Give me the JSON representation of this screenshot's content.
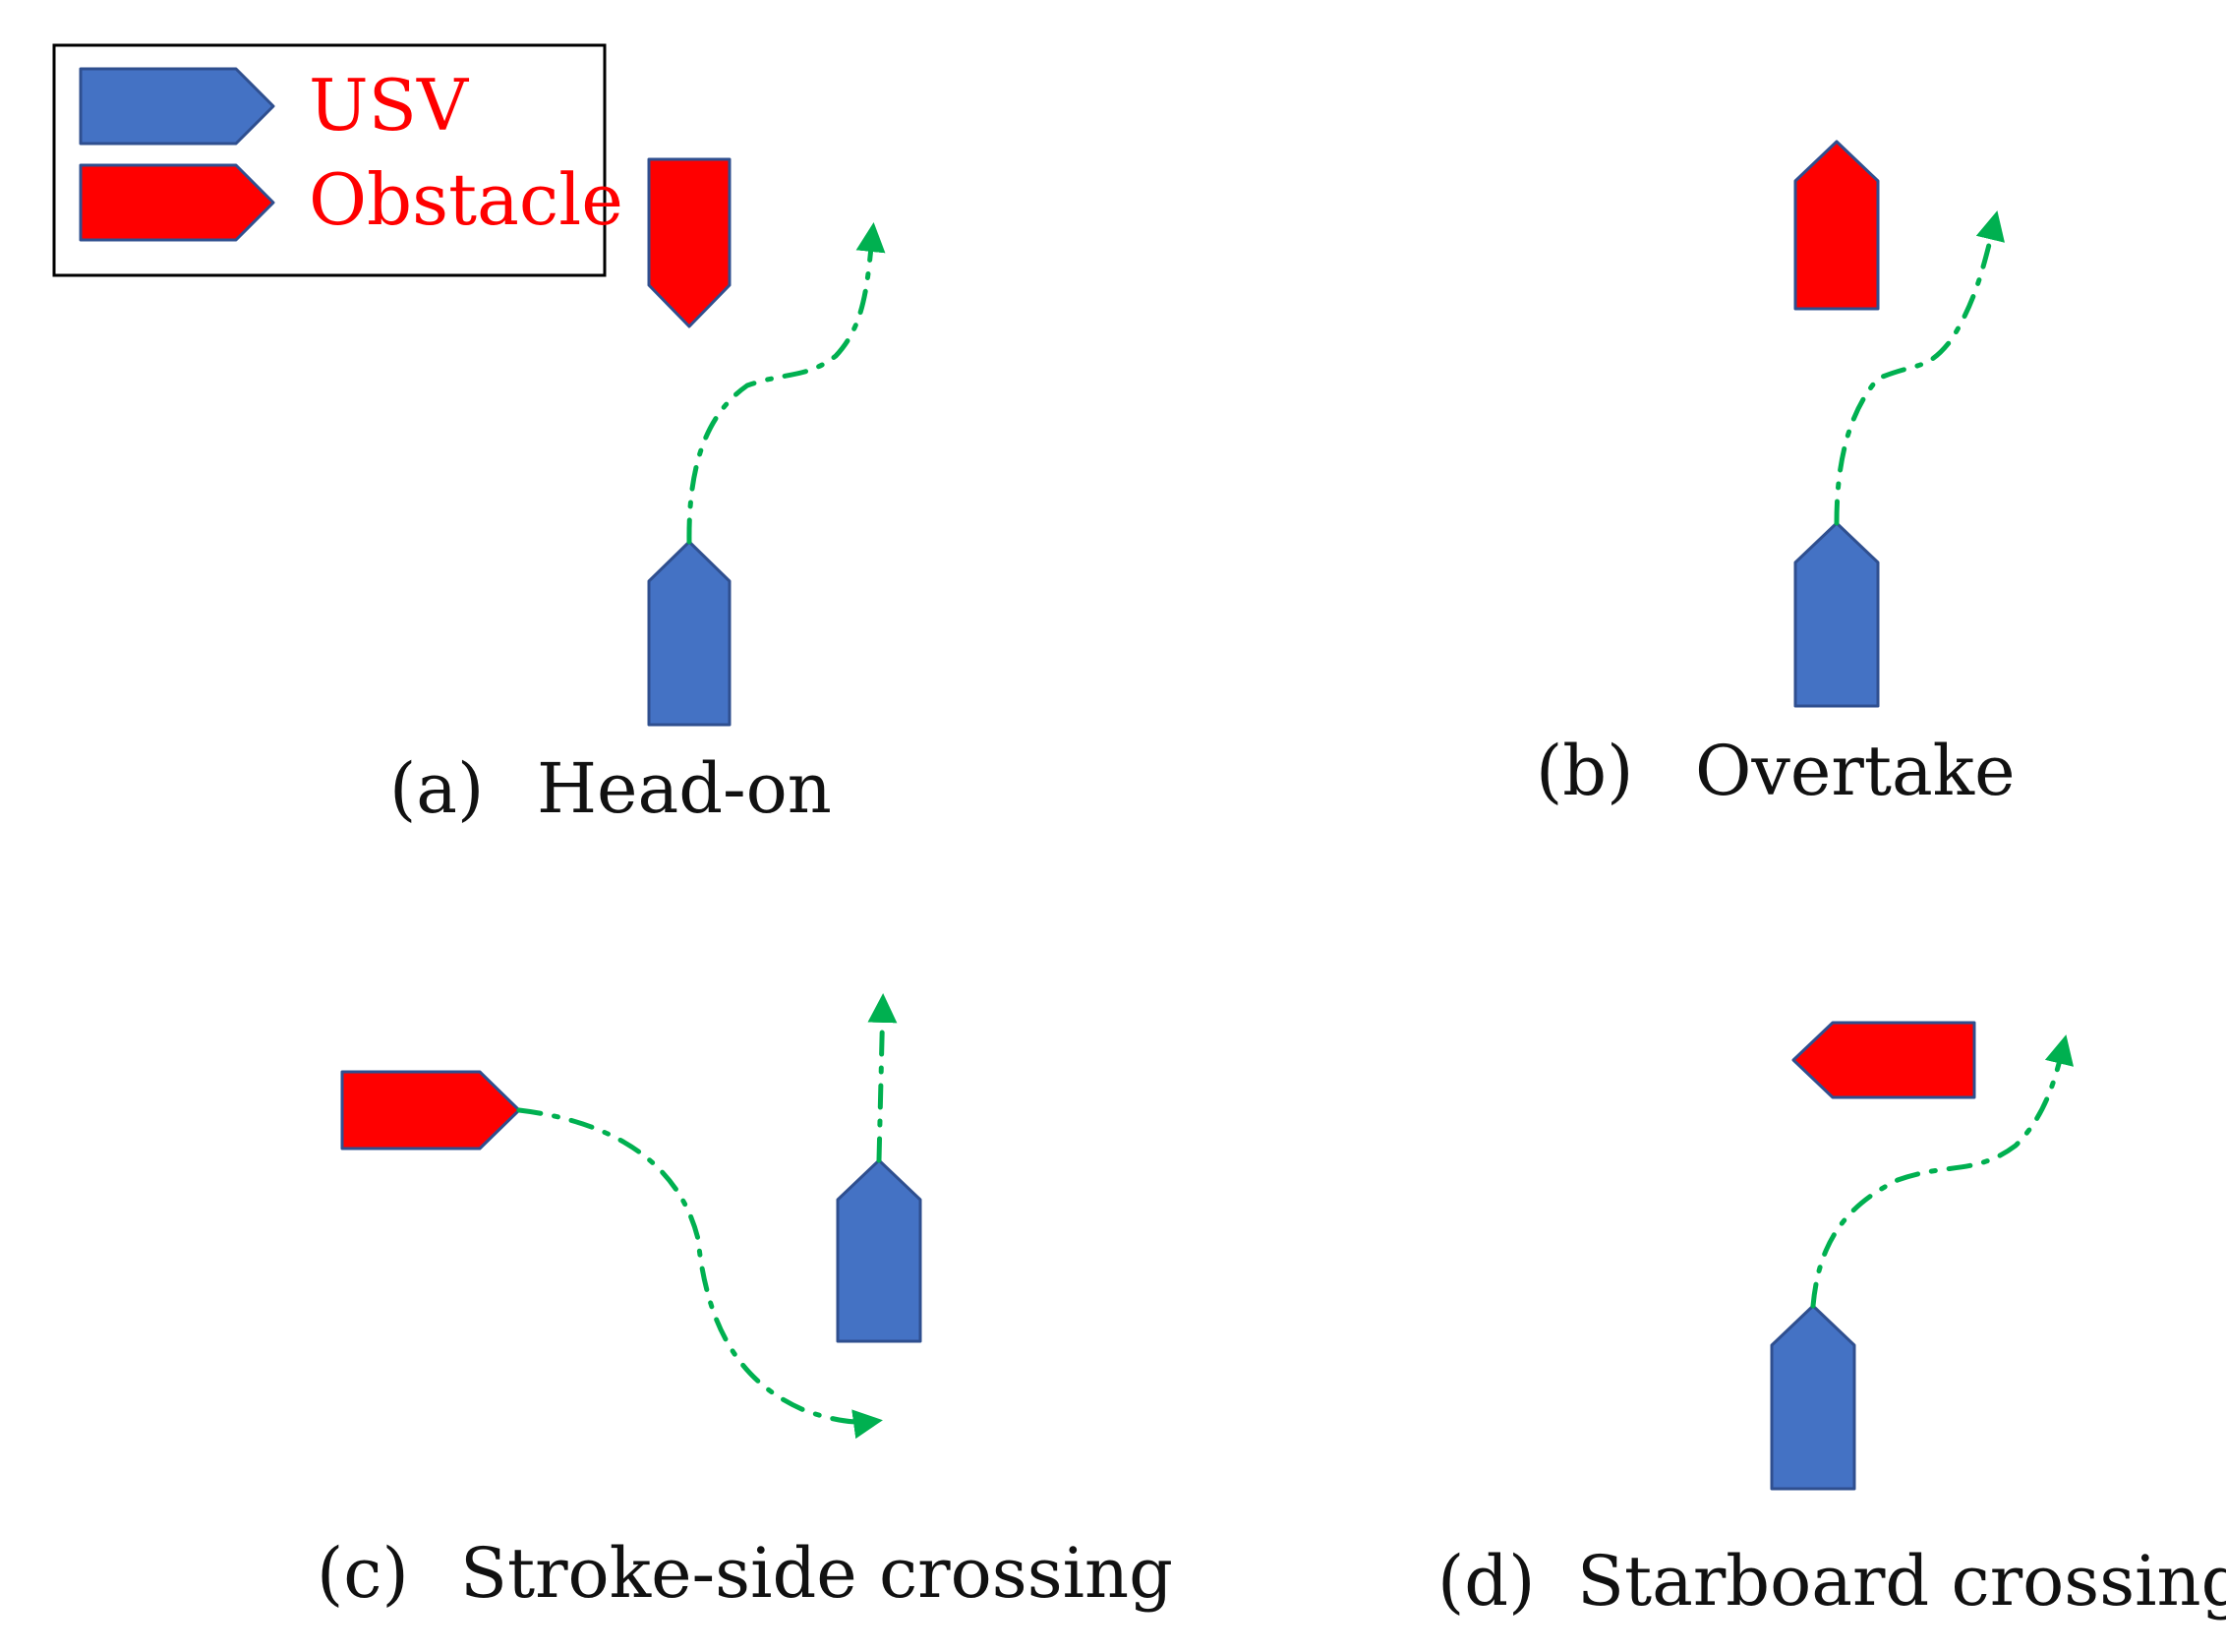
{
  "legend": {
    "usv_label": "USV",
    "obstacle_label": "Obstacle"
  },
  "captions": {
    "a": "(a)",
    "a_text": "Head-on",
    "b": "(b)",
    "b_text": "Overtake",
    "c": "(c)",
    "c_text": "Stroke-side crossing",
    "d": "(d)",
    "d_text": "Starboard crossing"
  },
  "colors": {
    "usv": "#4472c4",
    "obstacle": "#ff0000",
    "path": "#00b050",
    "legend_text": "#ff0000",
    "outline": "#2f4f8f"
  }
}
